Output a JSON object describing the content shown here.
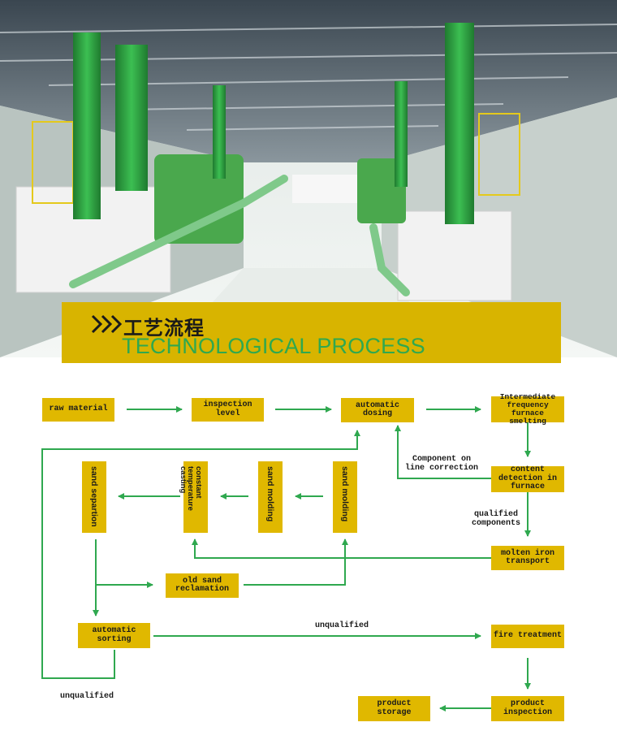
{
  "banner": {
    "title_zh": "工艺流程",
    "title_en": "TECHNOLOGICAL PROCESS"
  },
  "colors": {
    "box": "#e0b800",
    "banner": "#d8b400",
    "arrow": "#2fa84f",
    "pillar": "#2e9e3f"
  },
  "flow": {
    "raw_material": "raw material",
    "inspection_level": "inspection level",
    "automatic_dosing": "automatic dosing",
    "if_furnace": "Intermediate frequency furnace smelting",
    "content_detection": "content detection in furnace",
    "molten_iron": "molten iron transport",
    "sand_molding_1": "sand molding",
    "sand_molding_2": "sand molding",
    "constant_temp": "constant temperature casting",
    "sand_separation": "sand separtion",
    "old_sand": "old sand reclamation",
    "automatic_sorting": "automatic sorting",
    "fire_treatment": "fire treatment",
    "product_inspection": "product inspection",
    "product_storage": "product storage"
  },
  "labels": {
    "component_correction": "Component on line correction",
    "qualified_components": "qualified components",
    "unqualified_top": "unqualified",
    "unqualified_bottom": "unqualified"
  }
}
